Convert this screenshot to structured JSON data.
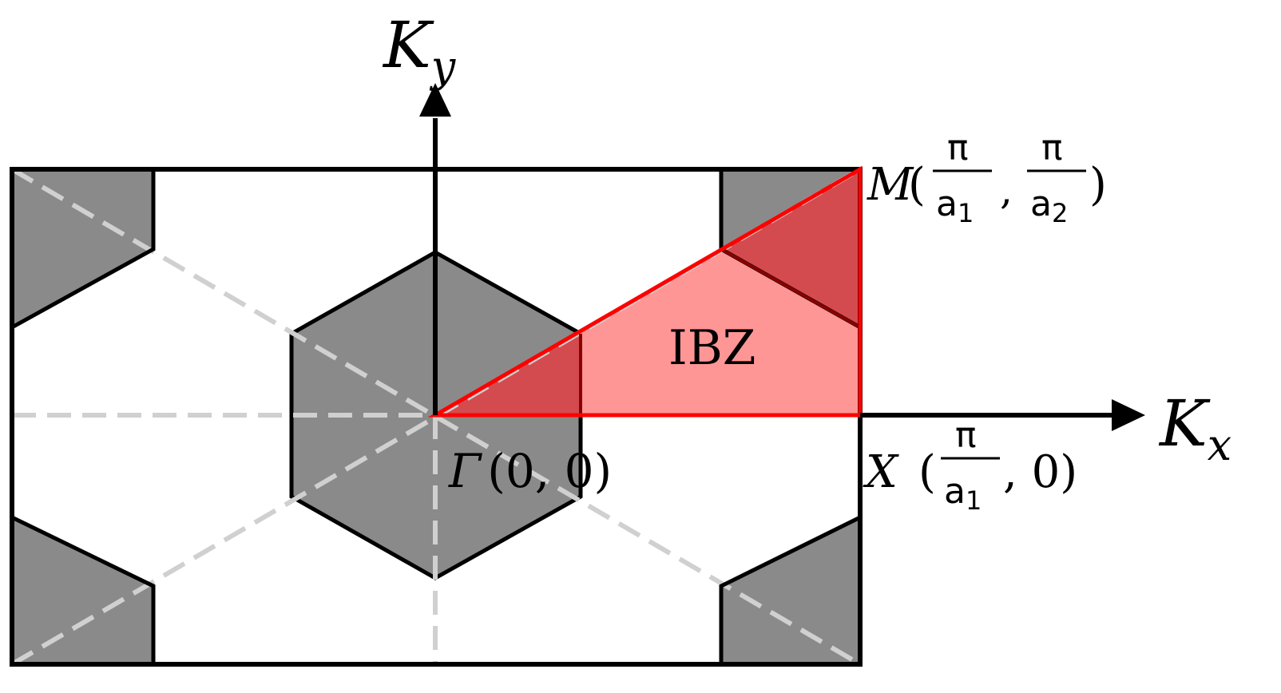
{
  "axes": {
    "ky_letter": "K",
    "ky_sub": "y",
    "kx_letter": "K",
    "kx_sub": "x"
  },
  "points": {
    "gamma": {
      "symbol": "Γ",
      "coords": "(0, 0)"
    },
    "m": {
      "symbol": "M",
      "open": "(",
      "num1": "π",
      "den1": "a",
      "den1_sub": "1",
      "comma": ",",
      "num2": "π",
      "den2": "a",
      "den2_sub": "2",
      "close": ")"
    },
    "x": {
      "symbol": "X",
      "open": "(",
      "num1": "π",
      "den1": "a",
      "den1_sub": "1",
      "rest": ", 0)"
    }
  },
  "ibz_label": "IBZ",
  "colors": {
    "hexagon_fill": "#8a8a8a",
    "ibz_fill": "#ff9696",
    "ibz_overlap_fill": "#d44b4f",
    "ibz_edge": "#ff0000",
    "dashed_line": "#d0d0d0",
    "outline": "#000000"
  }
}
